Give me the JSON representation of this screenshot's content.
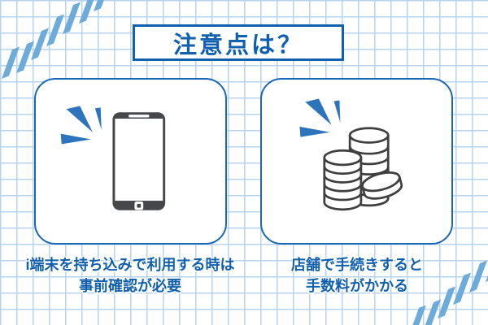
{
  "page": {
    "title": "注意点は？"
  },
  "cards": [
    {
      "id": "bring-own-device",
      "icon": "smartphone-icon",
      "caption_line1": "i端末を持ち込みで利用する時は",
      "caption_line2": "事前確認が必要"
    },
    {
      "id": "store-fee",
      "icon": "coins-icon",
      "caption_line1": "店舗で手続きすると",
      "caption_line2": "手数料がかかる"
    }
  ],
  "colors": {
    "primary_blue": "#1160b0",
    "card_border_blue": "#1b67b6",
    "stripe_blue": "#6dabda",
    "grid_line_blue": "#b7d3ed",
    "burst_mark_blue": "#2e74bc",
    "illustration_gray": "#45474a"
  }
}
